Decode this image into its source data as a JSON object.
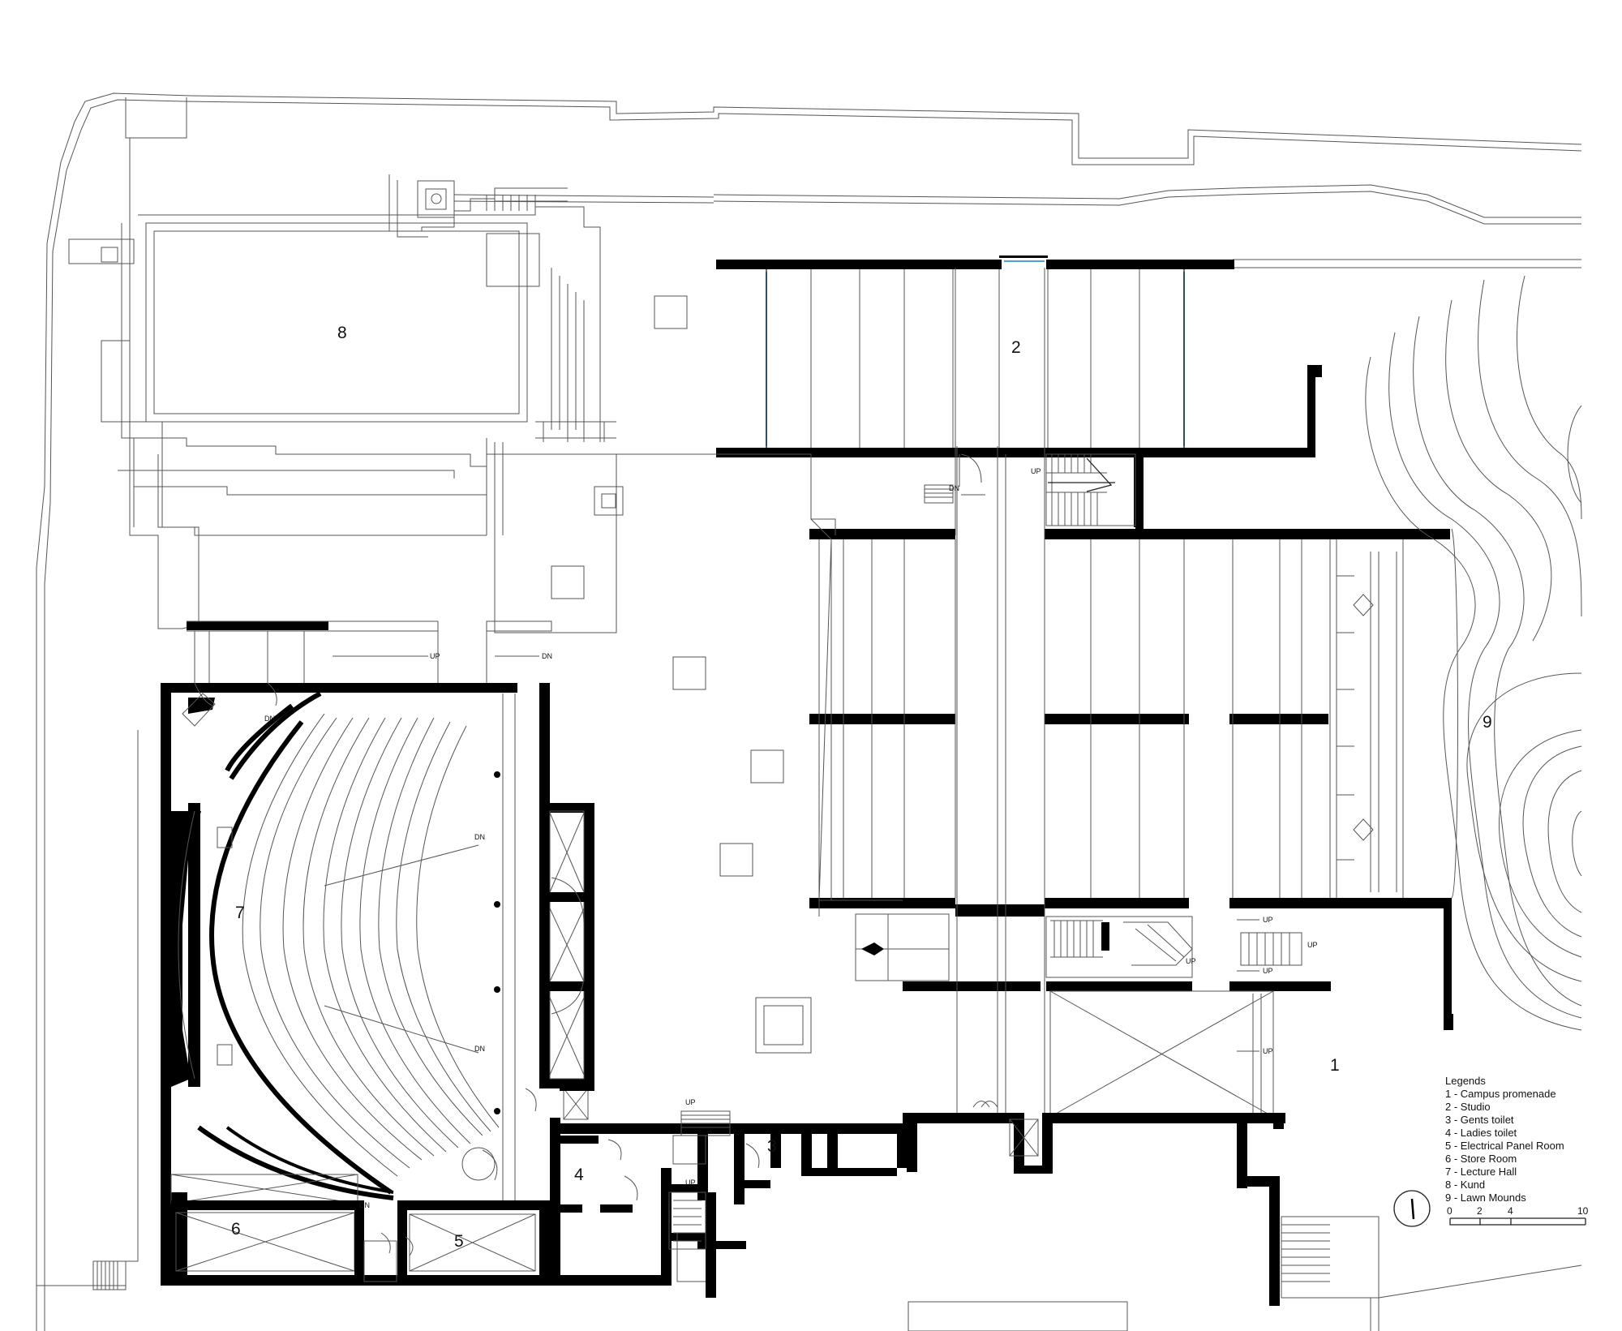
{
  "rooms": [
    {
      "id": "1",
      "label": "1"
    },
    {
      "id": "2",
      "label": "2"
    },
    {
      "id": "3",
      "label": "3"
    },
    {
      "id": "4",
      "label": "4"
    },
    {
      "id": "5",
      "label": "5"
    },
    {
      "id": "6",
      "label": "6"
    },
    {
      "id": "7",
      "label": "7"
    },
    {
      "id": "8",
      "label": "8"
    },
    {
      "id": "9",
      "label": "9"
    }
  ],
  "stair_labels": {
    "up": "UP",
    "dn": "DN"
  },
  "legend": {
    "title": "Legends",
    "items": [
      "1 - Campus promenade",
      "2 - Studio",
      "3 - Gents toilet",
      "4 - Ladies toilet",
      "5 - Electrical Panel Room",
      "6 - Store Room",
      "7 - Lecture Hall",
      "8 - Kund",
      "9 - Lawn Mounds"
    ]
  },
  "scale_bar": {
    "ticks": [
      "0",
      "2",
      "4",
      "10"
    ]
  },
  "colors": {
    "wall": "#000000",
    "line": "#555555",
    "glazing": "#4aa3d9",
    "background": "#ffffff"
  },
  "icons": {
    "north": "north-arrow-icon"
  }
}
